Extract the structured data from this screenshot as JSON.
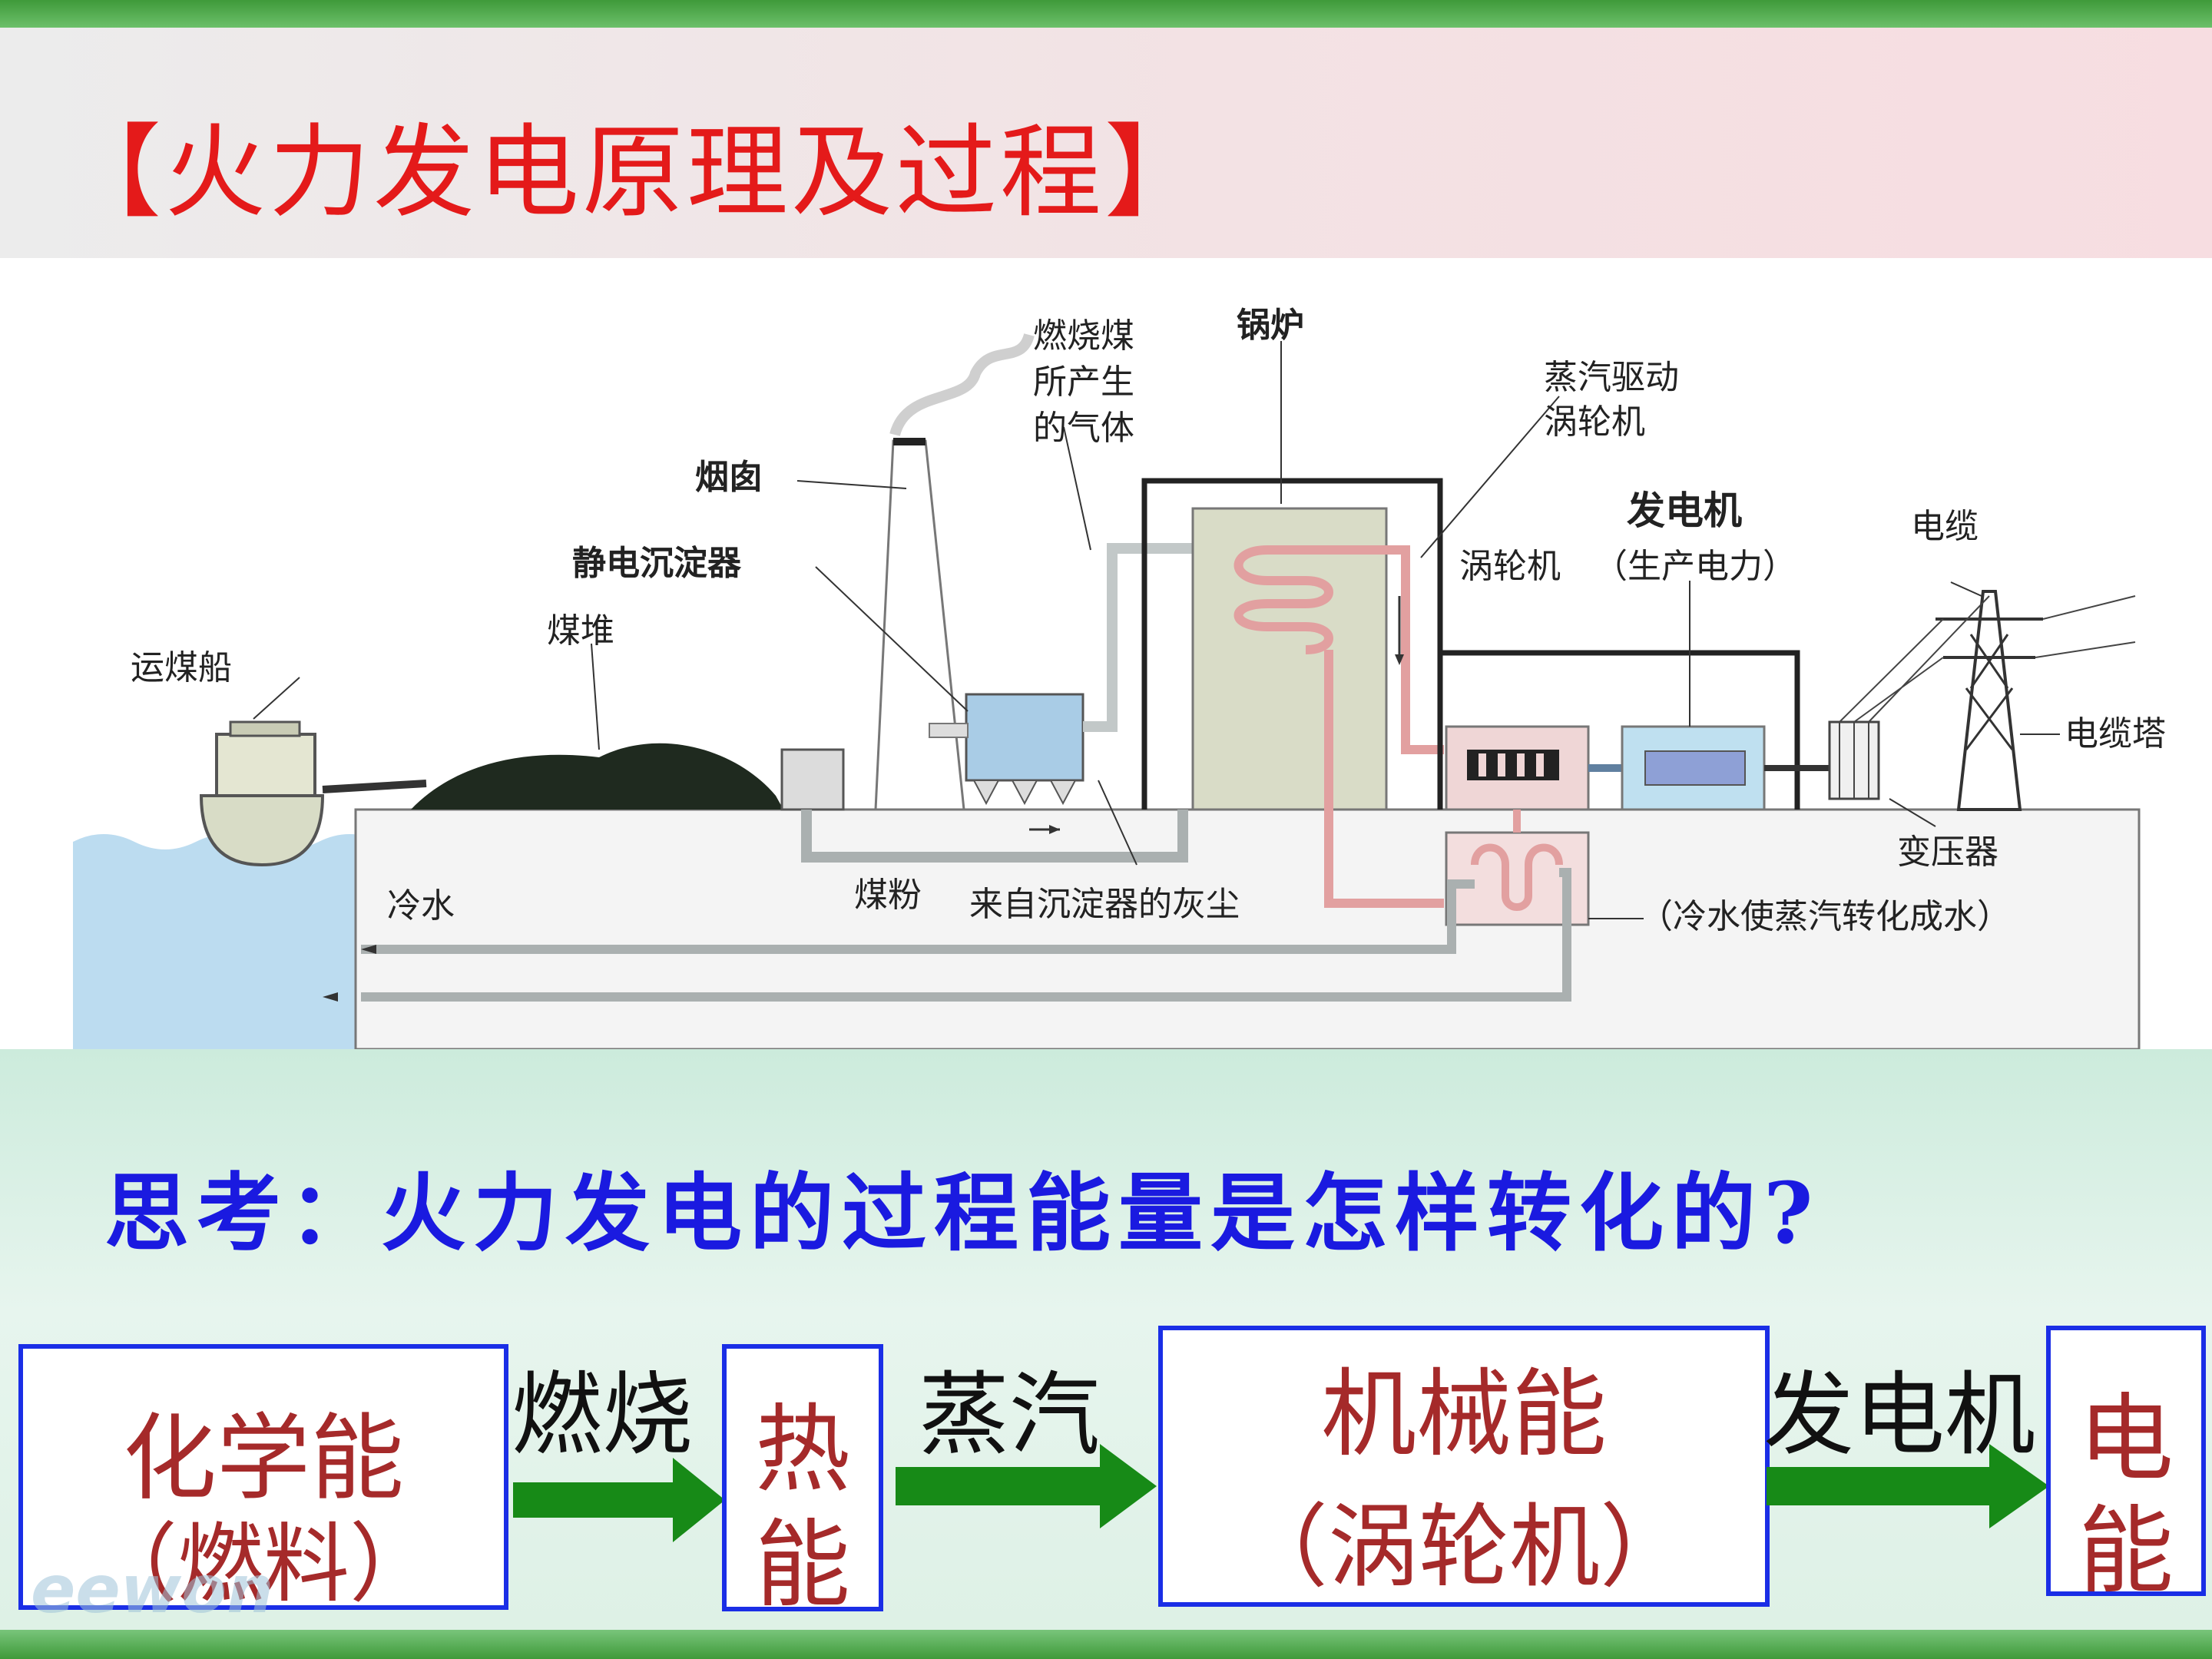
{
  "title": "【火力发电原理及过程】",
  "diagram": {
    "labels": {
      "ship": "运煤船",
      "coal_pile": "煤堆",
      "chimney": "烟囱",
      "precipitator": "静电沉淀器",
      "gas_line1": "燃烧煤",
      "gas_line2": "所产生",
      "gas_line3": "的气体",
      "boiler": "锅炉",
      "steam_line1": "蒸汽驱动",
      "steam_line2": "涡轮机",
      "turbine": "涡轮机",
      "generator": "发电机",
      "generator_note": "（生产电力）",
      "cable": "电缆",
      "tower": "电缆塔",
      "transformer": "变压器",
      "cold_water": "冷水",
      "coal_powder": "煤粉",
      "ash": "来自沉淀器的灰尘",
      "condenser": "（冷水使蒸汽转化成水）"
    }
  },
  "question": "思考：火力发电的过程能量是怎样转化的?",
  "flow": {
    "box1_line1": "化学能",
    "box1_line2": "（燃料）",
    "step1": "燃烧",
    "box2_line1": "热",
    "box2_line2": "能",
    "step2": "蒸汽",
    "box3_line1": "机械能",
    "box3_line2": "（涡轮机）",
    "step3": "发电机",
    "box4_line1": "电",
    "box4_line2": "能"
  },
  "watermark": "eewon",
  "colors": {
    "title": "#e41a1a",
    "question": "#1a1ae0",
    "box_border": "#1a2ee6",
    "box_text": "#a52a2a",
    "arrow": "#178a17"
  }
}
